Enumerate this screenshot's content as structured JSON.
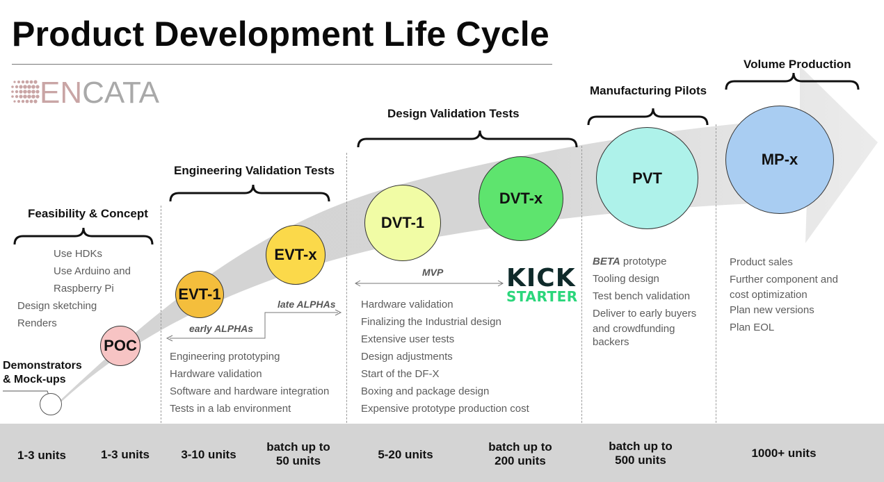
{
  "title": "Product Development Life Cycle",
  "logo": "ENCATA",
  "stages": {
    "feasibility": "Feasibility & Concept",
    "evt": "Engineering Validation Tests",
    "dvt": "Design Validation Tests",
    "pvt": "Manufacturing Pilots",
    "mp": "Volume Production"
  },
  "circles": {
    "poc": "POC",
    "evt1": "EVT-1",
    "evtx": "EVT-x",
    "dvt1": "DVT-1",
    "dvtx": "DVT-x",
    "pvt": "PVT",
    "mpx": "MP-x"
  },
  "demonstrators": [
    "Demonstrators",
    "& Mock-ups"
  ],
  "feasibility_items": [
    "Use HDKs",
    "Use Arduino and",
    "Raspberry Pi",
    "Design sketching",
    "Renders"
  ],
  "evt_items": [
    "Engineering prototyping",
    "Hardware validation",
    "Software and hardware integration",
    "Tests in a lab environment"
  ],
  "dvt_items": [
    "Hardware validation",
    "Finalizing the Industrial design",
    "Extensive user tests",
    "Design adjustments",
    "Start of the DF-X",
    "Boxing and package design",
    "Expensive prototype production cost"
  ],
  "pvt_items": {
    "beta_em": "BETA",
    "beta_rest": " prototype",
    "items": [
      "Tooling design",
      "Test bench validation",
      "Deliver to early buyers",
      "and crowdfunding",
      "backers"
    ]
  },
  "mp_items": [
    "Product sales",
    "Further component and",
    "cost optimization",
    "Plan new versions",
    "Plan EOL"
  ],
  "annotations": {
    "early": "early ALPHAs",
    "late": "late ALPHAs",
    "mvp": "MVP"
  },
  "kickstarter": [
    "KICK",
    "STARTER"
  ],
  "units": {
    "u1": "1-3 units",
    "u2": "1-3 units",
    "u3": "3-10 units",
    "u4": [
      "batch up to",
      "50 units"
    ],
    "u5": "5-20 units",
    "u6": [
      "batch up to",
      "200 units"
    ],
    "u7": [
      "batch up to",
      "500 units"
    ],
    "u8": "1000+ units"
  },
  "colors": {
    "poc": "#f7c4c4",
    "evt1": "#f4be3c",
    "evtx": "#fbd94a",
    "dvt1": "#f1fca5",
    "dvtx": "#5ee46e",
    "pvt": "#aef2ea",
    "mpx": "#a9cdf2",
    "arrow": "#d9d9d9",
    "bar": "#d4d4d4"
  }
}
